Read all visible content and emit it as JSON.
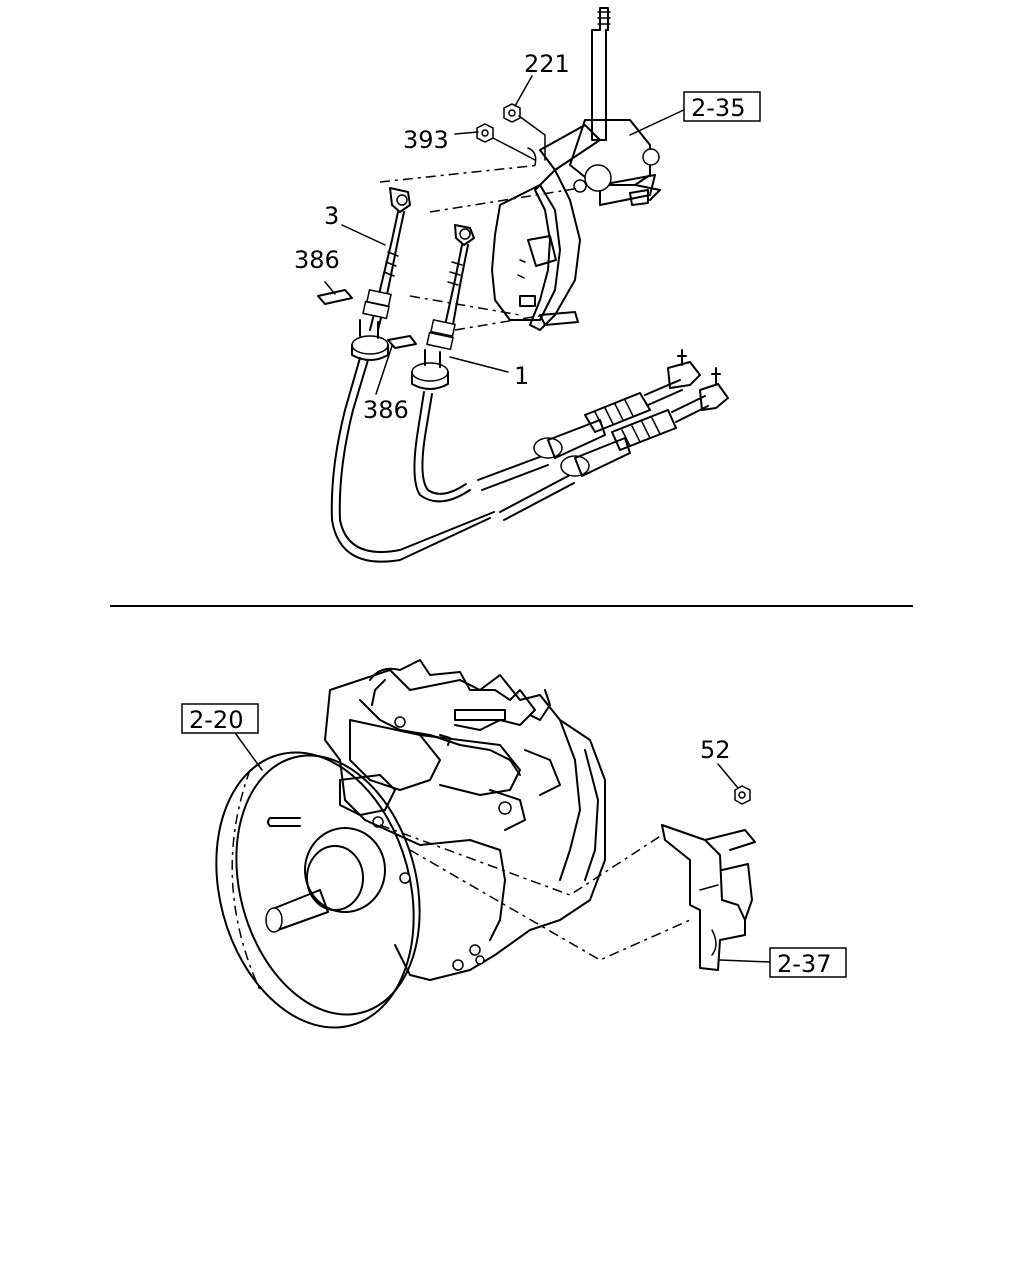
{
  "callouts": {
    "c221": "221",
    "c393": "393",
    "c3": "3",
    "c386a": "386",
    "c386b": "386",
    "c1": "1",
    "c52": "52"
  },
  "refs": {
    "r235": "2-35",
    "r220": "2-20",
    "r237": "2-37"
  }
}
